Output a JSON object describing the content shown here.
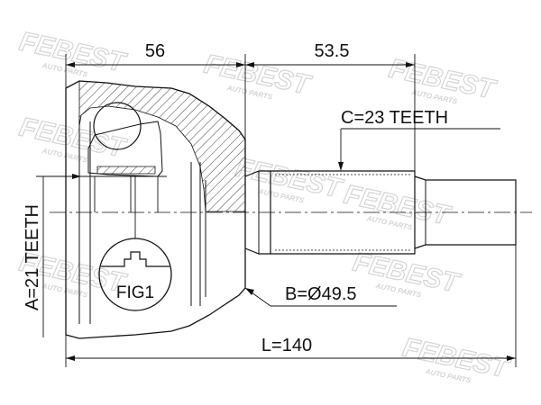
{
  "dimensions": {
    "width_left": "56",
    "width_right": "53.5",
    "teeth_c": "C=23 TEETH",
    "teeth_a": "A=21 TEETH",
    "diameter_b": "B=Ø49.5",
    "length_l": "L=140"
  },
  "figure_label": "FIG1",
  "watermark": {
    "brand": "FEBEST",
    "sub": "AUTO PARTS"
  },
  "colors": {
    "line": "#111111",
    "watermark": "#d4d4d4"
  }
}
